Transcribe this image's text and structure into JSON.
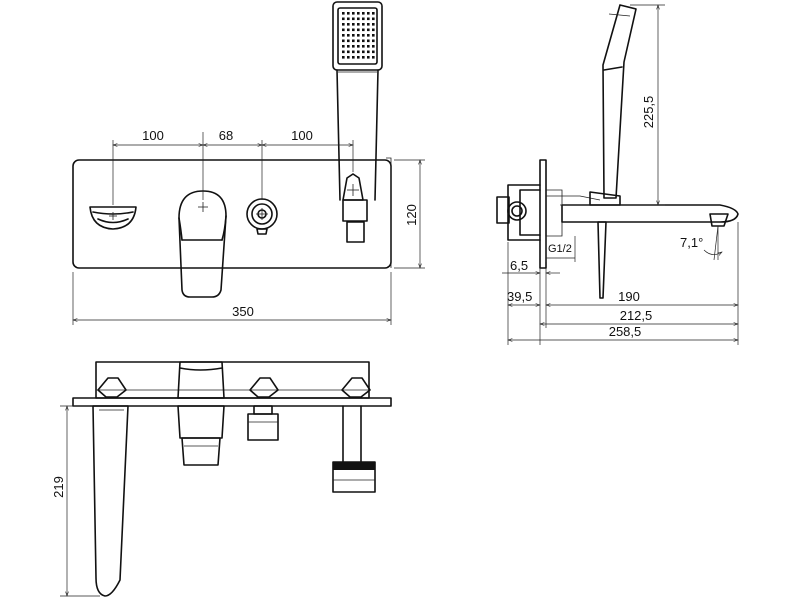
{
  "front_view": {
    "dims": {
      "top_left": "100",
      "top_mid": "68",
      "top_right": "100",
      "width": "350",
      "height": "120"
    }
  },
  "side_view": {
    "dims": {
      "handshower_height": "225,5",
      "angle": "7,1°",
      "thread": "G1/2",
      "d1": "6,5",
      "d2": "39,5",
      "d3": "190",
      "d4": "212,5",
      "d5": "258,5"
    }
  },
  "bottom_view": {
    "dims": {
      "depth": "219"
    }
  }
}
